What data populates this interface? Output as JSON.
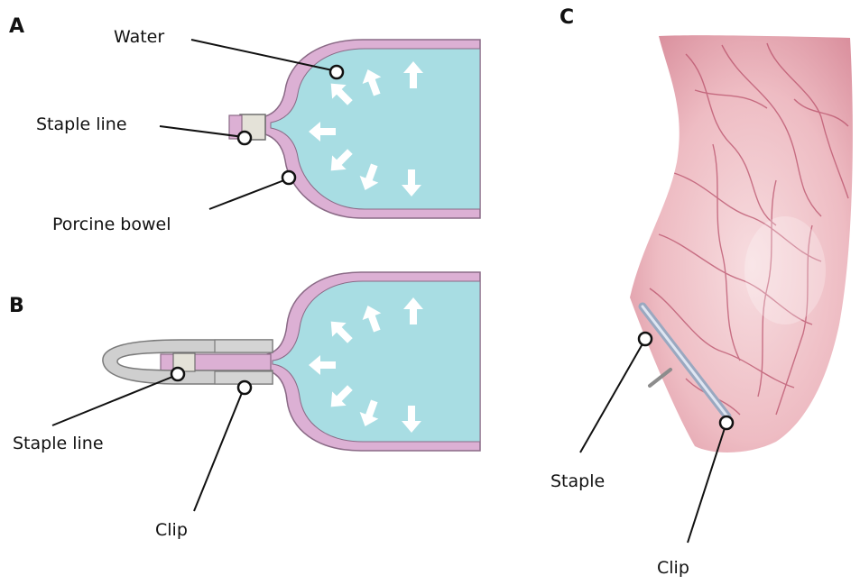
{
  "panels": {
    "a": "A",
    "b": "B",
    "c": "C"
  },
  "panel_a": {
    "water": "Water",
    "staple_line": "Staple line",
    "porcine_bowel": "Porcine bowel"
  },
  "panel_b": {
    "staple_line": "Staple line",
    "clip": "Clip"
  },
  "panel_c": {
    "staple": "Staple",
    "clip": "Clip"
  },
  "colors": {
    "water_fill": "#a8dde3",
    "bowel_wall": "#dcb0d4",
    "wall_outline": "#8a6a86",
    "staple_fill": "#e4e2d8",
    "clip_fill": "#cfcfcf",
    "tissue": "#e9b3b9",
    "vessel": "#b9506a"
  }
}
